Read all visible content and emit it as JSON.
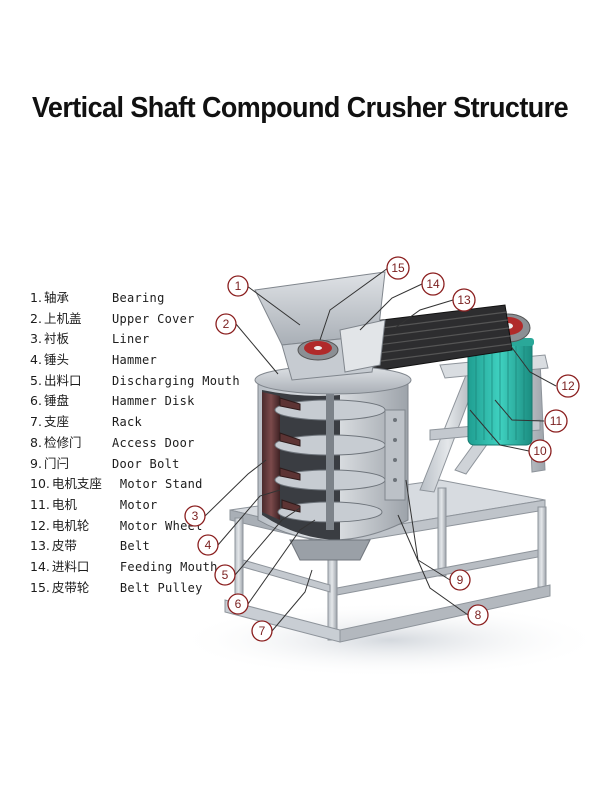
{
  "title": "Vertical Shaft Compound Crusher Structure",
  "colors": {
    "callout": "#8b1f1f",
    "motor": "#2fb8a8",
    "frame": "#c9ced4",
    "liner": "#6b3a3a"
  },
  "legend": [
    {
      "num": "1.",
      "zh": "轴承",
      "en": "Bearing"
    },
    {
      "num": "2.",
      "zh": "上机盖",
      "en": "Upper Cover"
    },
    {
      "num": "3.",
      "zh": "衬板",
      "en": "Liner"
    },
    {
      "num": "4.",
      "zh": "锤头",
      "en": "Hammer"
    },
    {
      "num": "5.",
      "zh": "出料口",
      "en": "Discharging Mouth"
    },
    {
      "num": "6.",
      "zh": "锤盘",
      "en": "Hammer Disk"
    },
    {
      "num": "7.",
      "zh": "支座",
      "en": "Rack"
    },
    {
      "num": "8.",
      "zh": "检修门",
      "en": "Access Door"
    },
    {
      "num": "9.",
      "zh": "门闩",
      "en": "Door Bolt"
    },
    {
      "num": "10.",
      "zh": "电机支座",
      "en": "Motor Stand"
    },
    {
      "num": "11.",
      "zh": "电机",
      "en": "Motor"
    },
    {
      "num": "12.",
      "zh": "电机轮",
      "en": "Motor Wheel"
    },
    {
      "num": "13.",
      "zh": "皮带",
      "en": "Belt"
    },
    {
      "num": "14.",
      "zh": "进料口",
      "en": "Feeding Mouth"
    },
    {
      "num": "15.",
      "zh": "皮带轮",
      "en": "Belt Pulley"
    }
  ],
  "callouts": [
    "1",
    "2",
    "3",
    "4",
    "5",
    "6",
    "7",
    "8",
    "9",
    "10",
    "11",
    "12",
    "13",
    "14",
    "15"
  ]
}
